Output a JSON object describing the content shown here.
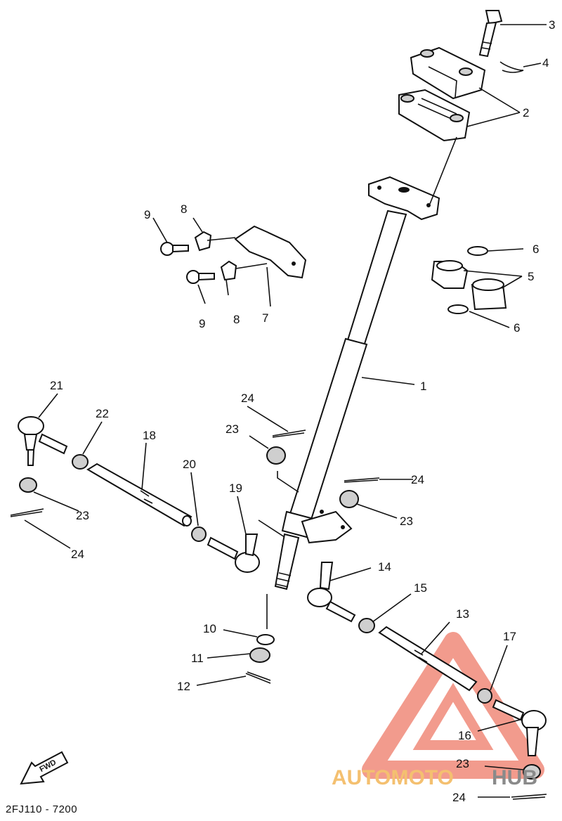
{
  "diagram": {
    "callouts": [
      {
        "id": "c1",
        "label": "1"
      },
      {
        "id": "c2",
        "label": "2"
      },
      {
        "id": "c3",
        "label": "3"
      },
      {
        "id": "c4",
        "label": "4"
      },
      {
        "id": "c5",
        "label": "5"
      },
      {
        "id": "c6a",
        "label": "6"
      },
      {
        "id": "c6b",
        "label": "6"
      },
      {
        "id": "c7",
        "label": "7"
      },
      {
        "id": "c8a",
        "label": "8"
      },
      {
        "id": "c8b",
        "label": "8"
      },
      {
        "id": "c9a",
        "label": "9"
      },
      {
        "id": "c9b",
        "label": "9"
      },
      {
        "id": "c10",
        "label": "10"
      },
      {
        "id": "c11",
        "label": "11"
      },
      {
        "id": "c12",
        "label": "12"
      },
      {
        "id": "c13",
        "label": "13"
      },
      {
        "id": "c14",
        "label": "14"
      },
      {
        "id": "c15",
        "label": "15"
      },
      {
        "id": "c16",
        "label": "16"
      },
      {
        "id": "c17",
        "label": "17"
      },
      {
        "id": "c18",
        "label": "18"
      },
      {
        "id": "c19",
        "label": "19"
      },
      {
        "id": "c20",
        "label": "20"
      },
      {
        "id": "c21",
        "label": "21"
      },
      {
        "id": "c22",
        "label": "22"
      },
      {
        "id": "c23a",
        "label": "23"
      },
      {
        "id": "c23b",
        "label": "23"
      },
      {
        "id": "c23c",
        "label": "23"
      },
      {
        "id": "c23d",
        "label": "23"
      },
      {
        "id": "c24a",
        "label": "24"
      },
      {
        "id": "c24b",
        "label": "24"
      },
      {
        "id": "c24c",
        "label": "24"
      },
      {
        "id": "c24d",
        "label": "24"
      }
    ],
    "fwd_label": "FWD",
    "diagram_code": "2FJ110 - 7200"
  },
  "watermark": {
    "text_part1": "AUTOMOTO",
    "text_part2": "HUB",
    "color_primary": "#f08a7a",
    "color_secondary": "#f4c070",
    "color_hub": "#8a8a8a"
  }
}
